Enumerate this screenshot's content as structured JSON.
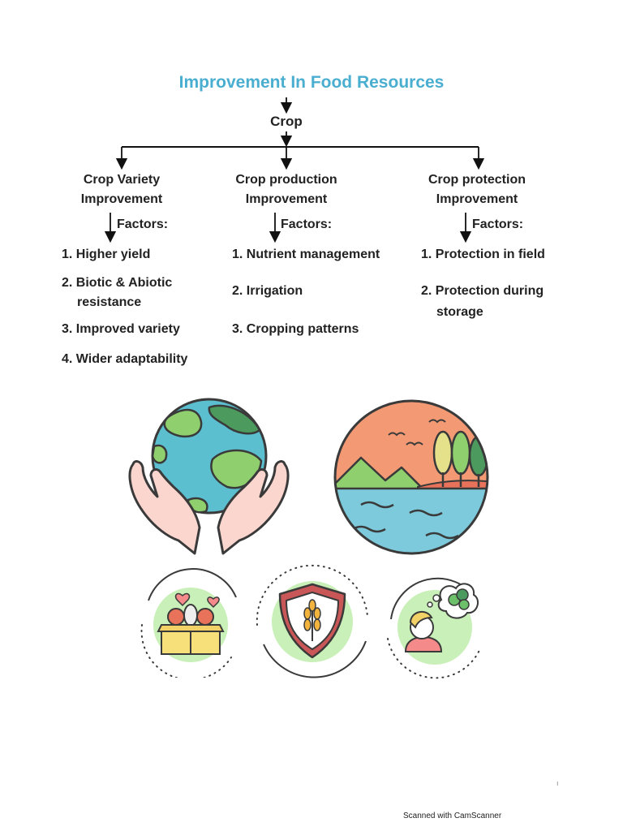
{
  "title": "Improvement In Food Resources",
  "root": "Crop",
  "branches": [
    {
      "title_line1": "Crop Variety",
      "title_line2": "Improvement",
      "factors_label": "Factors:",
      "items": [
        "1. Higher yield",
        "2. Biotic & Abiotic",
        "resistance",
        "3. Improved variety",
        "4. Wider adaptability"
      ]
    },
    {
      "title_line1": "Crop production",
      "title_line2": "Improvement",
      "factors_label": "Factors:",
      "items": [
        "1. Nutrient management",
        "2. Irrigation",
        "3. Cropping patterns"
      ]
    },
    {
      "title_line1": "Crop protection",
      "title_line2": "Improvement",
      "factors_label": "Factors:",
      "items": [
        "1. Protection in field",
        "2. Protection during",
        "storage"
      ]
    }
  ],
  "illustrations": [
    "earth-in-hands-icon",
    "landscape-icon",
    "produce-box-icon",
    "crop-shield-icon",
    "food-thought-icon"
  ],
  "colors": {
    "title": "#4aaed0",
    "ocean": "#5bbfd0",
    "land": "#8fcf6d",
    "skin": "#fbd6cf",
    "sky": "#f39a74",
    "circle_bg": "#c9f0b8"
  },
  "footer": "Scanned with CamScanner",
  "page_mark": "ı"
}
